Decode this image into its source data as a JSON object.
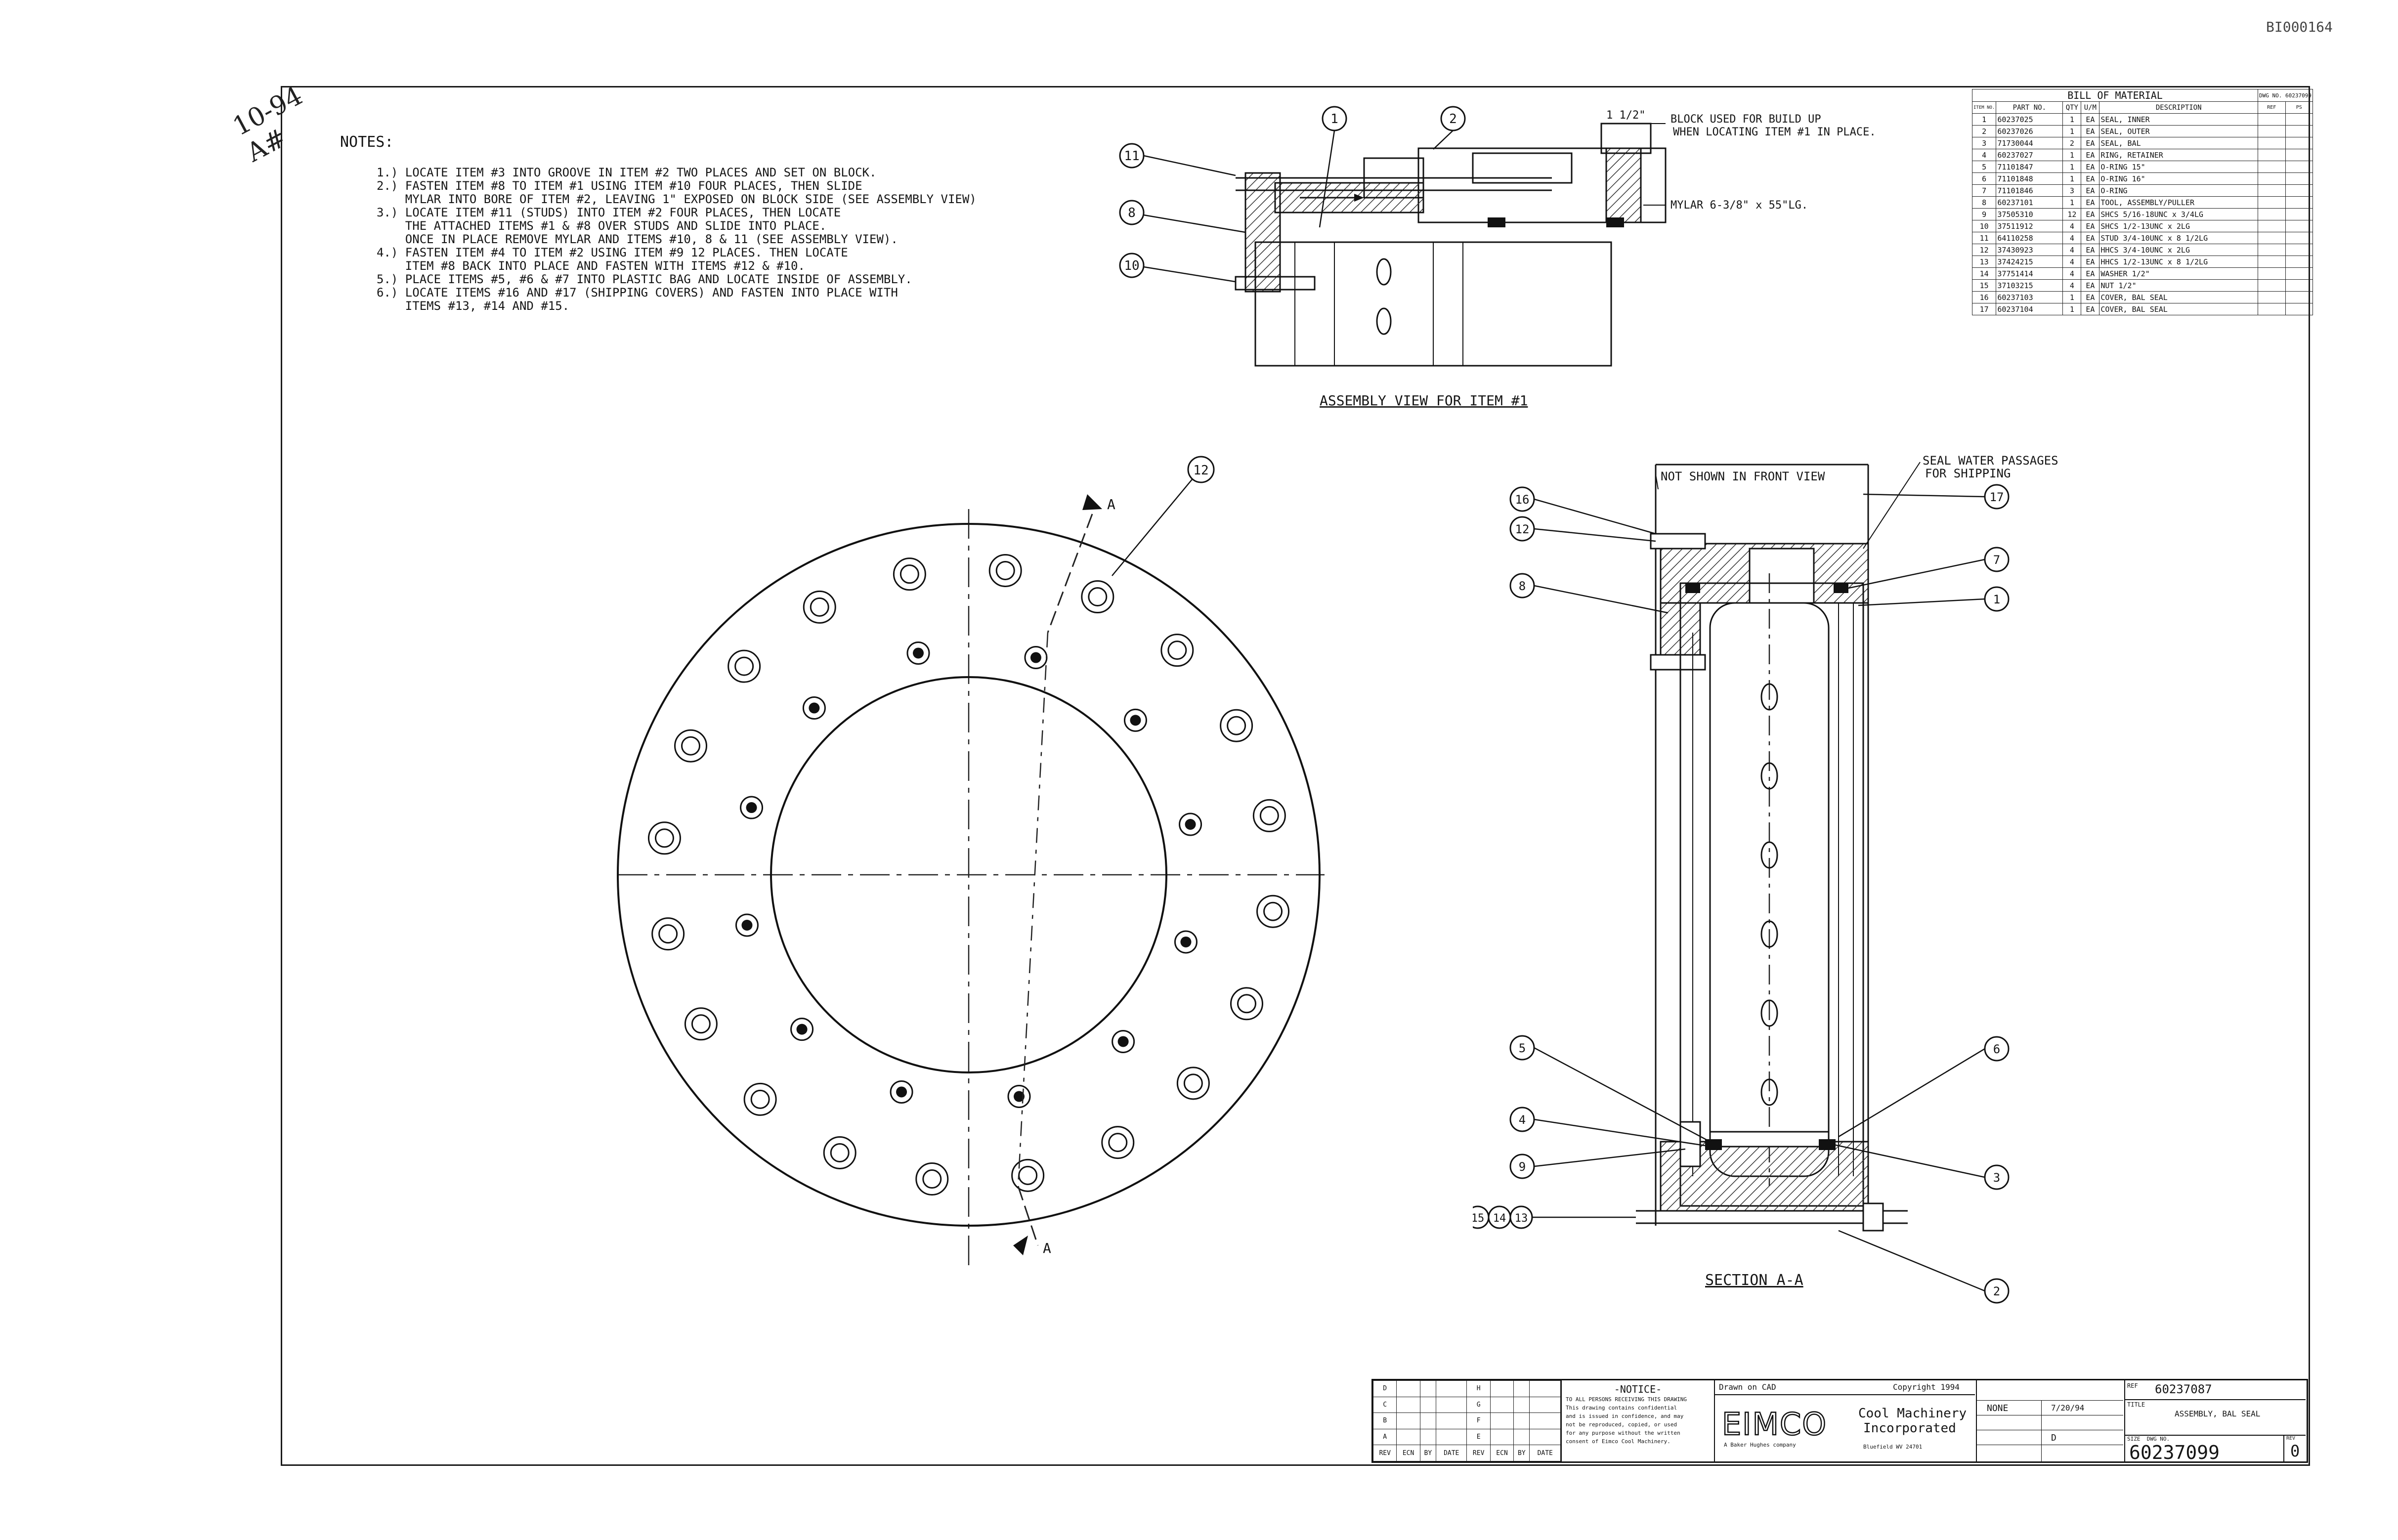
{
  "sheet": {
    "corner_id": "BI000164",
    "handwritten": "10-94 A#"
  },
  "notes": {
    "heading": "NOTES:",
    "lines": [
      "1.) LOCATE ITEM #3 INTO GROOVE IN ITEM #2 TWO PLACES AND SET ON BLOCK.",
      "2.) FASTEN ITEM #8 TO ITEM #1 USING ITEM #10 FOUR PLACES, THEN SLIDE",
      "    MYLAR INTO BORE OF ITEM #2, LEAVING 1\" EXPOSED ON BLOCK SIDE (SEE ASSEMBLY VIEW)",
      "3.) LOCATE ITEM #11 (STUDS) INTO ITEM #2 FOUR PLACES, THEN LOCATE",
      "    THE ATTACHED ITEMS #1 & #8 OVER STUDS AND SLIDE INTO PLACE.",
      "    ONCE IN PLACE REMOVE MYLAR AND ITEMS #10, 8 & 11 (SEE ASSEMBLY VIEW).",
      "4.) FASTEN ITEM #4 TO ITEM #2 USING ITEM #9 12 PLACES. THEN LOCATE",
      "    ITEM #8 BACK INTO PLACE AND FASTEN WITH ITEMS #12 & #10.",
      "5.) PLACE ITEMS #5, #6 & #7 INTO PLASTIC BAG AND LOCATE INSIDE OF ASSEMBLY.",
      "6.) LOCATE ITEMS #16 AND #17 (SHIPPING COVERS) AND FASTEN INTO PLACE WITH",
      "    ITEMS #13, #14 AND #15."
    ]
  },
  "assembly_view": {
    "title": "ASSEMBLY VIEW FOR ITEM #1",
    "callouts": [
      "11",
      "8",
      "10",
      "1",
      "2"
    ],
    "dimension": "1 1/2\"",
    "label_block": "BLOCK USED FOR BUILD UP",
    "label_block_2": "WHEN LOCATING ITEM #1 IN PLACE.",
    "label_mylar": "MYLAR 6-3/8\" x 55\"LG."
  },
  "bom": {
    "title": "BILL OF MATERIAL",
    "doc_label": "DWG NO.",
    "doc_no": "60237099",
    "headers": [
      "ITEM NO.",
      "PART NO.",
      "QTY",
      "U/M",
      "DESCRIPTION",
      "REF",
      "PS"
    ],
    "rows": [
      [
        "1",
        "60237025",
        "1",
        "EA",
        "SEAL, INNER"
      ],
      [
        "2",
        "60237026",
        "1",
        "EA",
        "SEAL, OUTER"
      ],
      [
        "3",
        "71730044",
        "2",
        "EA",
        "SEAL, BAL"
      ],
      [
        "4",
        "60237027",
        "1",
        "EA",
        "RING, RETAINER"
      ],
      [
        "5",
        "71101847",
        "1",
        "EA",
        "O-RING 15\""
      ],
      [
        "6",
        "71101848",
        "1",
        "EA",
        "O-RING 16\""
      ],
      [
        "7",
        "71101846",
        "3",
        "EA",
        "O-RING"
      ],
      [
        "8",
        "60237101",
        "1",
        "EA",
        "TOOL, ASSEMBLY/PULLER"
      ],
      [
        "9",
        "37505310",
        "12",
        "EA",
        "SHCS 5/16-18UNC x 3/4LG"
      ],
      [
        "10",
        "37511912",
        "4",
        "EA",
        "SHCS 1/2-13UNC x 2LG"
      ],
      [
        "11",
        "64110258",
        "4",
        "EA",
        "STUD 3/4-10UNC x 8 1/2LG"
      ],
      [
        "12",
        "37430923",
        "4",
        "EA",
        "HHCS 3/4-10UNC x 2LG"
      ],
      [
        "13",
        "37424215",
        "4",
        "EA",
        "HHCS 1/2-13UNC x 8 1/2LG"
      ],
      [
        "14",
        "37751414",
        "4",
        "EA",
        "WASHER 1/2\""
      ],
      [
        "15",
        "37103215",
        "4",
        "EA",
        "NUT 1/2\""
      ],
      [
        "16",
        "60237103",
        "1",
        "EA",
        "COVER, BAL SEAL"
      ],
      [
        "17",
        "60237104",
        "1",
        "EA",
        "COVER, BAL SEAL"
      ]
    ]
  },
  "front_view": {
    "callouts": [
      "12"
    ],
    "section_marks": [
      "A",
      "A"
    ]
  },
  "section_view": {
    "title": "SECTION A-A",
    "label_not_shown": "NOT SHOWN IN FRONT VIEW",
    "label_seal_water": "SEAL WATER PASSAGES",
    "label_seal_water_2": "FOR SHIPPING",
    "callouts_left": [
      "16",
      "12",
      "8",
      "5",
      "4",
      "9"
    ],
    "callouts_right": [
      "17",
      "7",
      "1",
      "6",
      "3",
      "2"
    ],
    "callouts_bottom": [
      "15",
      "14",
      "13"
    ]
  },
  "title_block": {
    "revision_letters": [
      "D",
      "C",
      "B",
      "A"
    ],
    "revision_letters_2": [
      "H",
      "G",
      "F",
      "E"
    ],
    "rev_headers": [
      "REV",
      "ECN",
      "BY",
      "DATE",
      "REV",
      "ECN",
      "BY",
      "DATE"
    ],
    "notice_title": "-NOTICE-",
    "notice_lines": [
      "TO ALL PERSONS RECEIVING THIS DRAWING",
      "This drawing contains confidential",
      "and is issued in confidence, and may",
      "not be reproduced, copied, or used",
      "for any purpose without the written",
      "consent of Eimco Cool Machinery."
    ],
    "drawn_on": "Drawn on CAD",
    "copyright": "Copyright 1994",
    "company_logo": "EIMCO",
    "company_line1": "Cool Machinery",
    "company_line2": "Incorporated",
    "company_line3": "A Baker Hughes company",
    "company_line4": "Bluefield WV 24701",
    "scale_value": "NONE",
    "size_value": "D",
    "date_value": "7/20/94",
    "ref_label": "REF",
    "ref_no": "60237087",
    "title_label": "TITLE",
    "title_value": "ASSEMBLY, BAL SEAL",
    "dwg_label": "SIZE  DWG NO.",
    "dwg_no": "60237099",
    "rev_label": "REV",
    "rev_value": "0"
  },
  "colors": {
    "ink": "#151515",
    "hatch": "#333333",
    "paper": "#ffffff"
  }
}
